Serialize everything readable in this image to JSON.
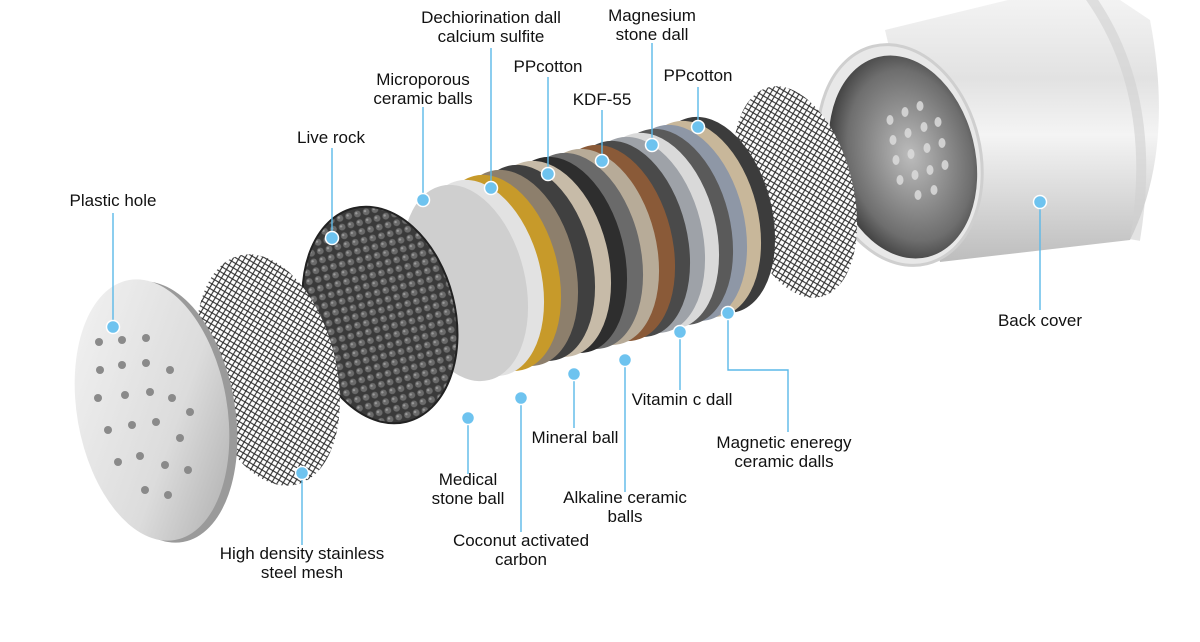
{
  "colors": {
    "leader": "#5bb8e8",
    "dot": "#6ec3ef"
  },
  "labels": {
    "plastic_hole": [
      "Plastic hole"
    ],
    "high_density_mesh": [
      "High density stainless",
      "steel mesh"
    ],
    "live_rock": [
      "Live rock"
    ],
    "microporous": [
      "Microporous",
      "ceramic balls"
    ],
    "dechlorination": [
      "Dechiorination dall",
      "calcium sulfite"
    ],
    "ppcotton_1": [
      "PPcotton"
    ],
    "magnesium": [
      "Magnesium",
      "stone dall"
    ],
    "kdf55": [
      "KDF-55"
    ],
    "ppcotton_2": [
      "PPcotton"
    ],
    "back_cover": [
      "Back cover"
    ],
    "medical_stone": [
      "Medical",
      "stone ball"
    ],
    "coconut_carbon": [
      "Coconut activated",
      "carbon"
    ],
    "mineral_ball": [
      "Mineral ball"
    ],
    "alkaline": [
      "Alkaline ceramic",
      "balls"
    ],
    "vitamin_c": [
      "Vitamin c dall"
    ],
    "magnetic": [
      "Magnetic eneregy",
      "ceramic dalls"
    ]
  }
}
